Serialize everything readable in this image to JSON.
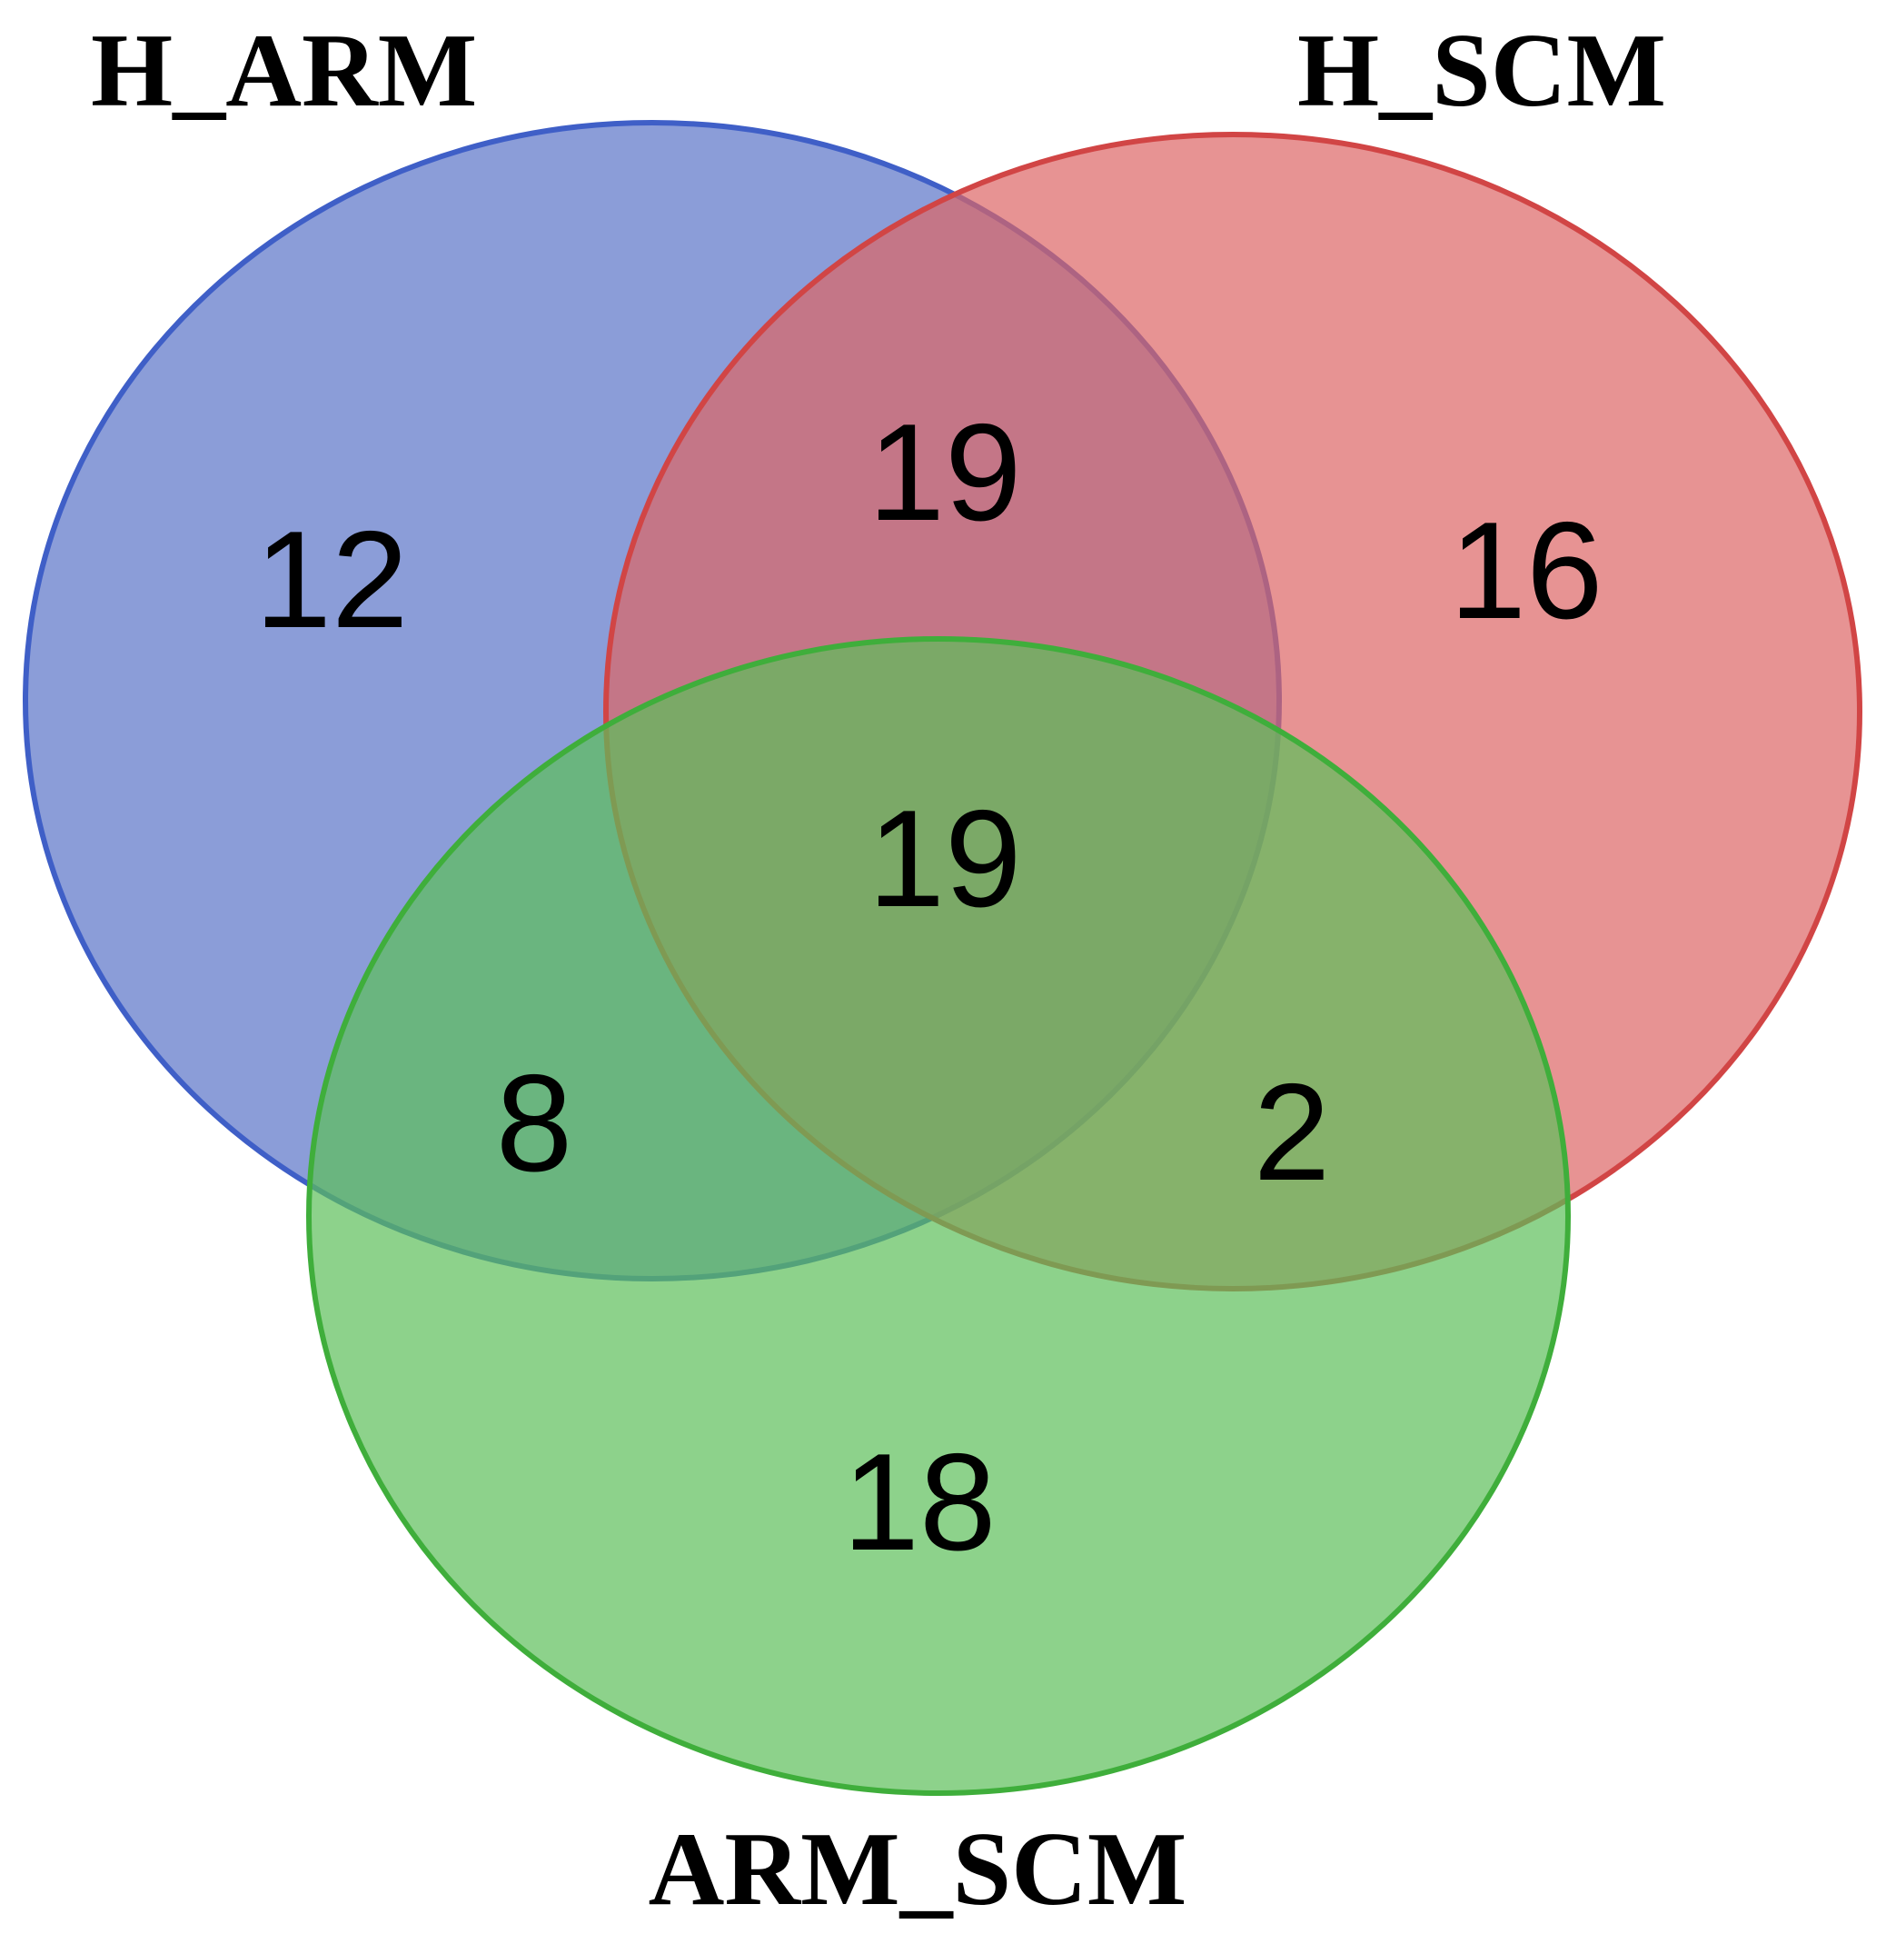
{
  "sets": [
    {
      "id": "a",
      "label": "H_ARM",
      "fill": "#5a73c8",
      "stroke": "#3f5fc7"
    },
    {
      "id": "b",
      "label": "H_SCM",
      "fill": "#dd6565",
      "stroke": "#d14545"
    },
    {
      "id": "c",
      "label": "ARM_SCM",
      "fill": "#5cbf5a",
      "stroke": "#3fae3b"
    }
  ],
  "regions": {
    "a_only": "12",
    "b_only": "16",
    "c_only": "18",
    "ab": "19",
    "ac": "8",
    "bc": "2",
    "abc": "19"
  }
}
